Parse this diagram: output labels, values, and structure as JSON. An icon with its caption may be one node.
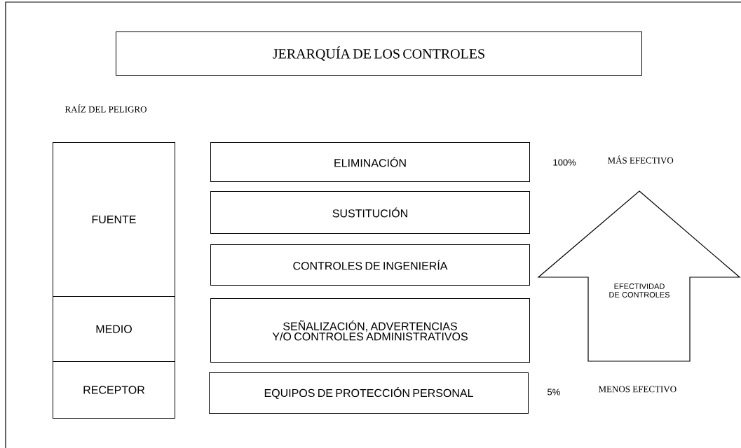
{
  "diagram": {
    "nodes": [
      {
        "text": [
          "JERARQUÍA DE LOS CONTROLES"
        ]
      },
      {
        "text": [
          "FUENTE"
        ]
      },
      {
        "text": [
          "MEDIO"
        ]
      },
      {
        "text": [
          "RECEPTOR"
        ]
      },
      {
        "text": [
          "ELIMINACIÓN"
        ]
      },
      {
        "text": [
          "SUSTITUCIÓN"
        ]
      },
      {
        "text": [
          "CONTROLES DE INGENIERÍA"
        ]
      },
      {
        "text": [
          "SEÑALIZACIÓN, ADVERTENCIAS Y/O CONTROLES ADMINISTRATIVOS"
        ]
      },
      {
        "text": [
          "EQUIPOS DE PROTECCIÓN PERSONAL"
        ]
      },
      {
        "text": [
          "EFECTIVIDAD DE CONTROLES"
        ]
      }
    ],
    "labels": [
      "RAÍZ DEL PELIGRO",
      "100%",
      "MÁS EFECTIVO",
      "5%",
      "MENOS EFECTIVO"
    ]
  }
}
